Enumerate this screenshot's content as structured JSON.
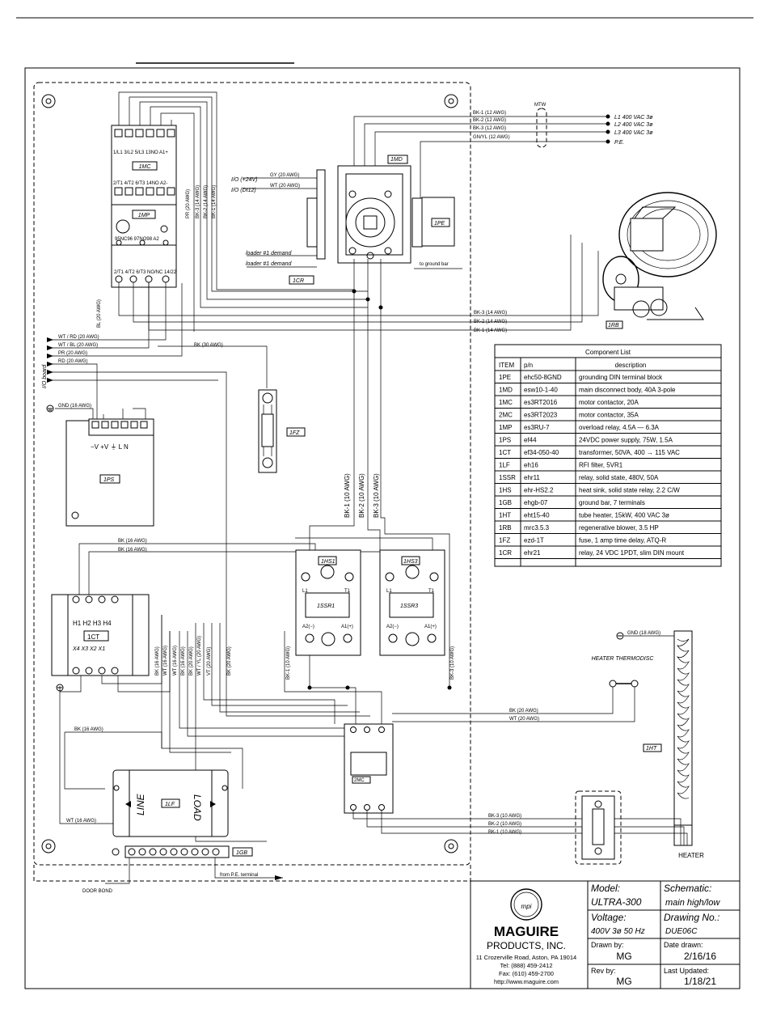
{
  "power_inputs": [
    "L1 400 VAC 3ø",
    "L2 400 VAC 3ø",
    "L3 400 VAC 3ø",
    "P.E."
  ],
  "mtw_label": "MTW",
  "supply_wires": [
    "BK-1 (12 AWG)",
    "BK-2 (12 AWG)",
    "BK-3 (12 AWG)",
    "GN/YL (12 AWG)"
  ],
  "tags": {
    "mc1": "1MC",
    "mp1": "1MP",
    "md1": "1MD",
    "pe1": "1PE",
    "cr1": "1CR",
    "rb1": "1RB",
    "fz1": "1FZ",
    "ps1": "1PS",
    "ct1": "1CT",
    "hs1": "1HS1",
    "hs2": "1HS3",
    "ssr1": "1SSR1",
    "ssr2": "1SSR3",
    "mc2": "2MC",
    "lf1": "1LF",
    "gb1": "1GB",
    "ht1": "1HT"
  },
  "mc_top_terminals": "1/L1 3/L2 5/L3 13NO A1+",
  "mc_bottom_terminals": "2/T1 4/T2 6/T3 14NO A2-",
  "mp_terminals_top": "95NC96  97NO98  A2",
  "mp_terminals_bottom": "2/T1  4/T2  6/T3  NO/NC 14/22",
  "io_lines": [
    "I/O (+24V)",
    "I/O (DI12)"
  ],
  "io_wires": [
    "GY (20 AWG)",
    "WT (20 AWG)"
  ],
  "loader_lines": [
    "loader #1 demand",
    "loader #1 demand"
  ],
  "to_ground_bar": "to ground bar",
  "vertical_wires_mc": [
    "PR (20 AWG)",
    "BK-3 (14 AWG)",
    "BK-2 (14 AWG)",
    "BK-1 (14 AWG)"
  ],
  "bl_wire": "BL (20 AWG)",
  "motor_wires": [
    "BK-3 (14 AWG)",
    "BK-2 (14 AWG)",
    "BK-1 (14 AWG)"
  ],
  "io_board": "I/O board",
  "io_board_wires": [
    "WT / RD (20 AWG)",
    "WT / BL (20 AWG)",
    "PR (20 AWG)",
    "RD (20 AWG)"
  ],
  "bk30": "BK (30 AWG)",
  "gnd16": "GND (16 AWG)",
  "ps_terminals": "−V +V ⏚ L N",
  "heater_feed_wires": [
    "BK-1 (10 AWG)",
    "BK-2 (10 AWG)",
    "BK-3 (10 AWG)"
  ],
  "bk16_lines": [
    "BK (16 AWG)",
    "BK (16 AWG)"
  ],
  "ssr_terms": [
    "L1",
    "T1",
    "A2(−)",
    "A1(+)"
  ],
  "ssr_side_wires": [
    "BK-1 (10 AWG)",
    "BK-3 (10 AWG)"
  ],
  "ct_top": "H1 H2 H3 H4",
  "ct_bottom": "X4 X3 X2 X1",
  "ct_vertical_wires": [
    "BK (16 AWG)",
    "WT (16 AWG)",
    "WT (16 AWG)",
    "BK (16 AWG)",
    "BK (20 AWG)",
    "WT / YL (20 AWG)",
    "VT (20 AWG)",
    "BK (20 AWG)"
  ],
  "gnd18": "GND (18 AWG)",
  "thermodisc": "HEATER THERMODISC",
  "thermo_wires": [
    "BK (20 AWG)",
    "WT (20 AWG)"
  ],
  "lf_bk16": "BK (16 AWG)",
  "lf_wt16": "WT (16 AWG)",
  "lf_line": "LINE",
  "lf_load": "LOAD",
  "heater_wires": [
    "BK-3 (10 AWG)",
    "BK-2 (10 AWG)",
    "BK-1 (10 AWG)"
  ],
  "heater": "HEATER",
  "door_bond": "DOOR BOND",
  "from_pe": "from P.E. terminal",
  "component_list": {
    "title": "Component List",
    "headers": [
      "ITEM",
      "p/n",
      "description"
    ],
    "rows": [
      [
        "1PE",
        "ehc50-8GND",
        "grounding DIN terminal block"
      ],
      [
        "1MD",
        "esw10-1-40",
        "main disconnect body, 40A 3-pole"
      ],
      [
        "1MC",
        "es3RT2016",
        "motor contactor, 20A"
      ],
      [
        "2MC",
        "es3RT2023",
        "motor contactor, 35A"
      ],
      [
        "1MP",
        "es3RU-7",
        "overload relay, 4.5A — 6.3A"
      ],
      [
        "1PS",
        "ef44",
        "24VDC power supply, 75W, 1.5A"
      ],
      [
        "1CT",
        "ef34-050-40",
        "transformer, 50VA, 400 → 115 VAC"
      ],
      [
        "1LF",
        "eh16",
        "RFI filter, 5VR1"
      ],
      [
        "1SSR",
        "ehr11",
        "relay, solid state, 480V, 50A"
      ],
      [
        "1HS",
        "ehr-HS2.2",
        "heat sink, solid state relay, 2.2 C/W"
      ],
      [
        "1GB",
        "ehgb-07",
        "ground bar, 7 terminals"
      ],
      [
        "1HT",
        "eht15-40",
        "tube heater, 15kW, 400 VAC 3ø"
      ],
      [
        "1RB",
        "mrc3.5.3",
        "regenerative blower, 3.5 HP"
      ],
      [
        "1FZ",
        "ezd-1T",
        "fuse, 1 amp time delay, ATQ-R"
      ],
      [
        "1CR",
        "ehr21",
        "relay, 24 VDC 1PDT, slim DIN mount"
      ]
    ]
  },
  "title_block": {
    "logo": "mpi",
    "company": "MAGUIRE",
    "company2": "PRODUCTS, INC.",
    "address": "11 Crozerville Road, Aston, PA 19014",
    "tel": "Tel: (888) 459-2412",
    "fax": "Fax: (610) 459-2700",
    "url": "http://www.maguire.com",
    "model_label": "Model:",
    "model": "ULTRA-300",
    "schematic_label": "Schematic:",
    "schematic": "main high/low",
    "voltage_label": "Voltage:",
    "voltage": "400V 3ø 50 Hz",
    "drawing_label": "Drawing No.:",
    "drawing": "DUE06C",
    "drawn_by_label": "Drawn by:",
    "drawn_by": "MG",
    "date_drawn_label": "Date drawn:",
    "date_drawn": "2/16/16",
    "rev_by_label": "Rev by:",
    "rev_by": "MG",
    "last_updated_label": "Last Updated:",
    "last_updated": "1/18/21"
  }
}
